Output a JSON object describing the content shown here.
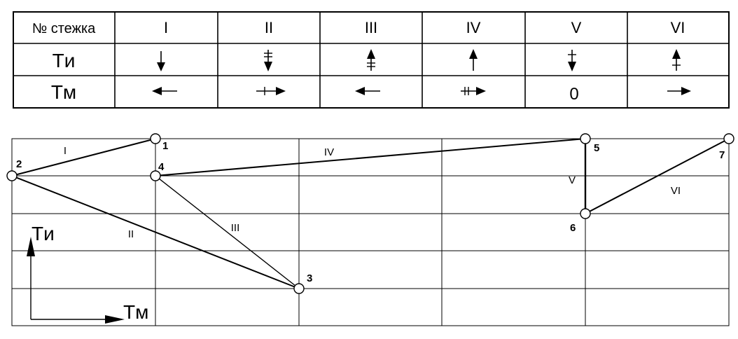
{
  "table": {
    "corner_label": "№ стежка",
    "row_labels": [
      "Tи",
      "Tм"
    ],
    "columns": [
      {
        "label": "I",
        "ti": "down",
        "tm": "left"
      },
      {
        "label": "II",
        "ti": "down-double-tick",
        "tm": "right-single-tick"
      },
      {
        "label": "III",
        "ti": "up-double-tick",
        "tm": "left"
      },
      {
        "label": "IV",
        "ti": "up",
        "tm": "right-double-tick"
      },
      {
        "label": "V",
        "ti": "down-single-tick",
        "tm": "zero",
        "tm_text": "0"
      },
      {
        "label": "VI",
        "ti": "up-single-tick",
        "tm": "right"
      }
    ]
  },
  "diagram": {
    "nodes": [
      {
        "id": "1",
        "label": "1"
      },
      {
        "id": "2",
        "label": "2"
      },
      {
        "id": "3",
        "label": "3"
      },
      {
        "id": "4",
        "label": "4"
      },
      {
        "id": "5",
        "label": "5"
      },
      {
        "id": "6",
        "label": "6"
      },
      {
        "id": "7",
        "label": "7"
      }
    ],
    "edges": [
      {
        "from": "2",
        "to": "1",
        "label": "I"
      },
      {
        "from": "2",
        "to": "3",
        "label": "II"
      },
      {
        "from": "4",
        "to": "3",
        "label": "III"
      },
      {
        "from": "4",
        "to": "5",
        "label": "IV"
      },
      {
        "from": "5",
        "to": "6",
        "label": "V"
      },
      {
        "from": "6",
        "to": "7",
        "label": "VI"
      }
    ],
    "axes": {
      "y_label": "Tи",
      "x_label": "Tм"
    }
  }
}
